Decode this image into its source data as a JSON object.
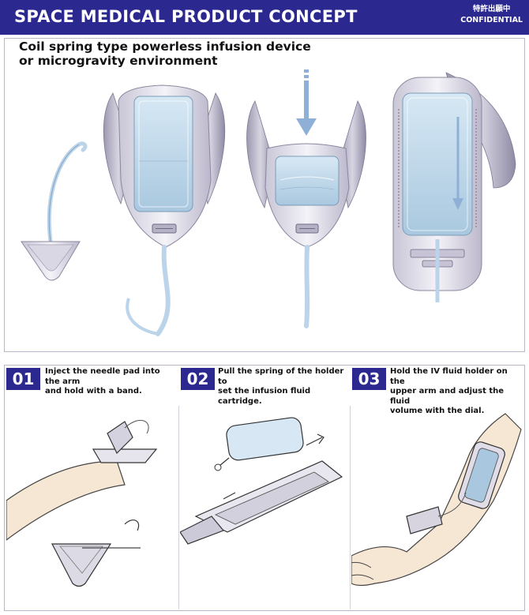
{
  "header": {
    "title": "SPACE MEDICAL PRODUCT CONCEPT",
    "stamp_jp": "特許出願中",
    "stamp_en": "CONFIDENTIAL"
  },
  "subtitle": {
    "line1": "Coil spring type powerless infusion device",
    "line2": "or microgravity environment"
  },
  "colors": {
    "banner": "#2b2890",
    "fluid": "#b9d3e6",
    "device": "#e3e1ea",
    "arrow": "#8fb0d6"
  },
  "steps": [
    {
      "number": "01",
      "line1": "Inject the needle pad into the arm",
      "line2": "and hold with a band.",
      "line3": ""
    },
    {
      "number": "02",
      "line1": "Pull the spring of the holder to",
      "line2": "set the infusion fluid cartridge.",
      "line3": ""
    },
    {
      "number": "03",
      "line1": "Hold the IV fluid holder on the",
      "line2": "upper arm and adjust the fluid",
      "line3": "volume with the dial."
    }
  ]
}
